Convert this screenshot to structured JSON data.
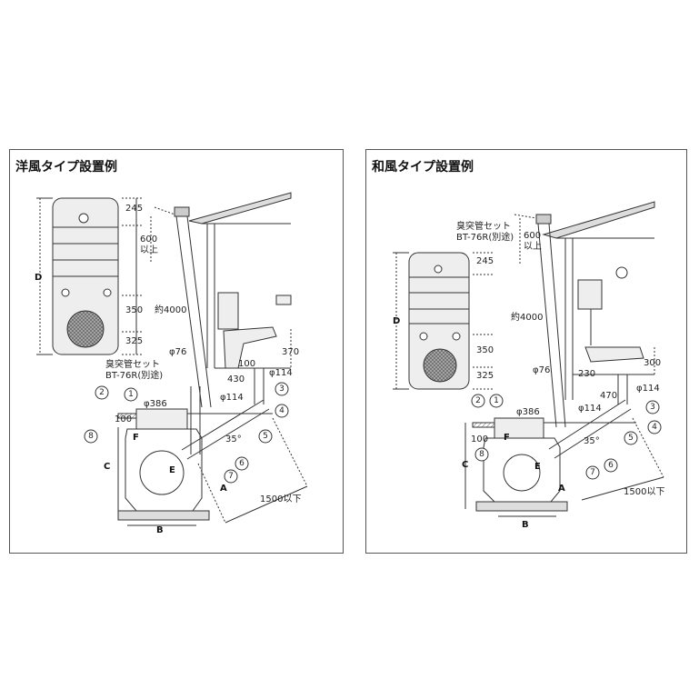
{
  "panels": [
    {
      "id": "western",
      "title": "洋風タイプ設置例",
      "tank": {
        "dim_d": "D",
        "dim_top": "245",
        "dim_mid": "350",
        "dim_bottom": "325"
      },
      "labels": {
        "height_600": "600",
        "height_600_sub": "以上",
        "pipe_length": "約4000",
        "phi76": "φ76",
        "vent_set": "臭突管セット",
        "vent_model": "BT-76R(別途)",
        "dim_100_top": "100",
        "dim_370": "370",
        "dim_430": "430",
        "phi114_a": "φ114",
        "phi114_b": "φ114",
        "phi386": "φ386",
        "dim_100_side": "100",
        "letter_f": "F",
        "letter_c": "C",
        "letter_e": "E",
        "letter_a": "A",
        "letter_b": "B",
        "angle": "35°",
        "dist_1500": "1500以下"
      },
      "callouts": [
        "1",
        "2",
        "3",
        "4",
        "5",
        "6",
        "7",
        "8"
      ]
    },
    {
      "id": "japanese",
      "title": "和風タイプ設置例",
      "tank": {
        "dim_d": "D",
        "dim_top": "245",
        "dim_mid": "350",
        "dim_bottom": "325"
      },
      "labels": {
        "vent_set": "臭突管セット",
        "vent_model": "BT-76R(別途)",
        "height_600": "600",
        "height_600_sub": "以上",
        "pipe_length": "約4000",
        "phi76": "φ76",
        "dim_300": "300",
        "dim_230": "230",
        "dim_470": "470",
        "phi114_a": "φ114",
        "phi114_b": "φ114",
        "phi386": "φ386",
        "dim_100_side": "100",
        "letter_f": "F",
        "letter_c": "C",
        "letter_e": "E",
        "letter_a": "A",
        "letter_b": "B",
        "angle": "35°",
        "dist_1500": "1500以下"
      },
      "callouts": [
        "1",
        "2",
        "3",
        "4",
        "5",
        "6",
        "7",
        "8"
      ]
    }
  ],
  "colors": {
    "line": "#333333",
    "tank_fill": "#eeeeee",
    "tank_dark": "#bbbbbb",
    "frame": "#555555"
  }
}
